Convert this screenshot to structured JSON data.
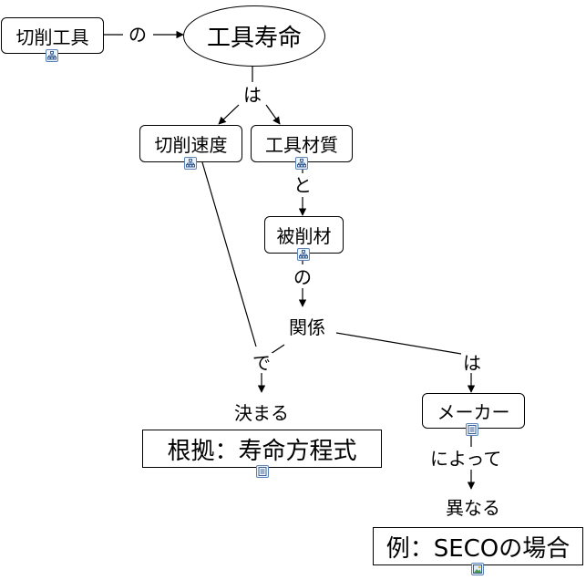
{
  "colors": {
    "line": "#000000",
    "icon_border": "#5b83b8"
  },
  "concepts": {
    "cutting_tool": "切削工具",
    "tool_life": "工具寿命",
    "cutting_speed": "切削速度",
    "tool_material": "工具材質",
    "workpiece": "被削材",
    "relation": "関係",
    "decided": "決まる",
    "basis": "根拠：寿命方程式",
    "maker": "メーカー",
    "differ": "異なる",
    "example": "例：SECOの場合"
  },
  "links": {
    "no1": "の",
    "wa1": "は",
    "to": "と",
    "no2": "の",
    "de": "で",
    "wa2": "は",
    "niyotte": "によって"
  },
  "icons": {
    "cutting_tool": "concept-map-icon",
    "cutting_speed": "concept-map-icon",
    "tool_material": "concept-map-icon",
    "workpiece": "concept-map-icon",
    "basis": "document-icon",
    "maker": "document-icon",
    "example": "image-icon"
  }
}
